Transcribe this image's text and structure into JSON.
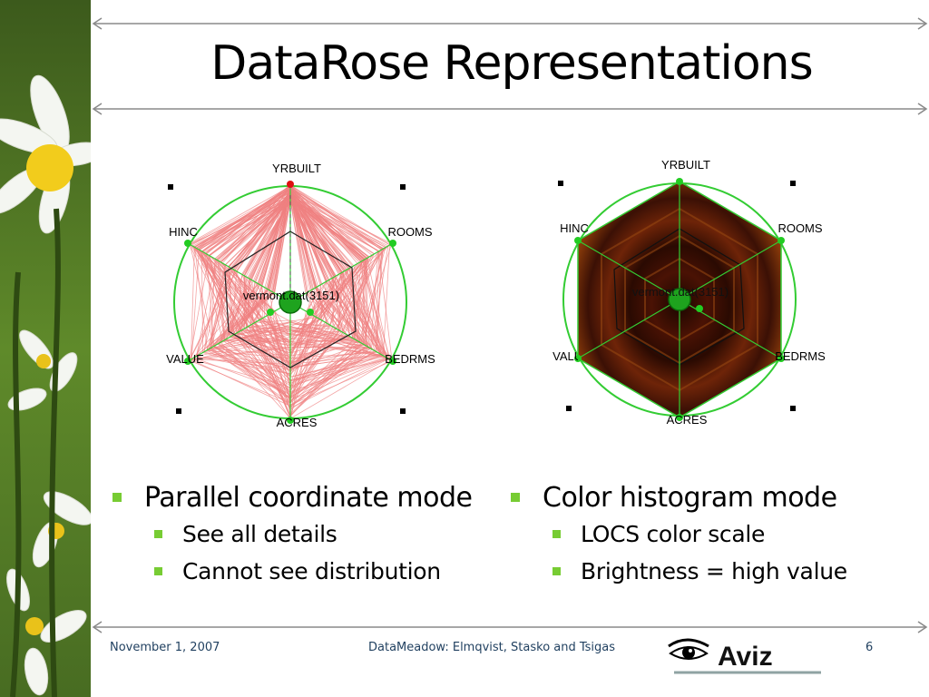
{
  "slide": {
    "title": "DataRose Representations",
    "page_number": "6",
    "footer_date": "November 1, 2007",
    "footer_center": "DataMeadow: Elmqvist, Stasko and Tsigas",
    "logo_text": "Aviz"
  },
  "figures": {
    "left": {
      "mode": "parallel coordinate",
      "axes": [
        "YRBUILT",
        "ROOMS",
        "BEDRMS",
        "ACRES",
        "VALUE",
        "HINC"
      ],
      "dataset_label": "vermont.dat(3151)"
    },
    "right": {
      "mode": "color histogram",
      "axes": [
        "YRBUILT",
        "ROOMS",
        "BEDRMS",
        "ACRES",
        "VALUE",
        "HINC"
      ],
      "dataset_label": "vermont.dat(3151)"
    }
  },
  "bullets": {
    "left": {
      "heading": "Parallel coordinate mode",
      "items": [
        "See all details",
        "Cannot see distribution"
      ]
    },
    "right": {
      "heading": "Color histogram mode",
      "items": [
        "LOCS color scale",
        "Brightness = high value"
      ]
    }
  },
  "colors": {
    "bullet_green": "#77cc33",
    "axis_green": "#33cc33",
    "line_pink": "#f08080",
    "rule_gray": "#8a8a8a"
  }
}
